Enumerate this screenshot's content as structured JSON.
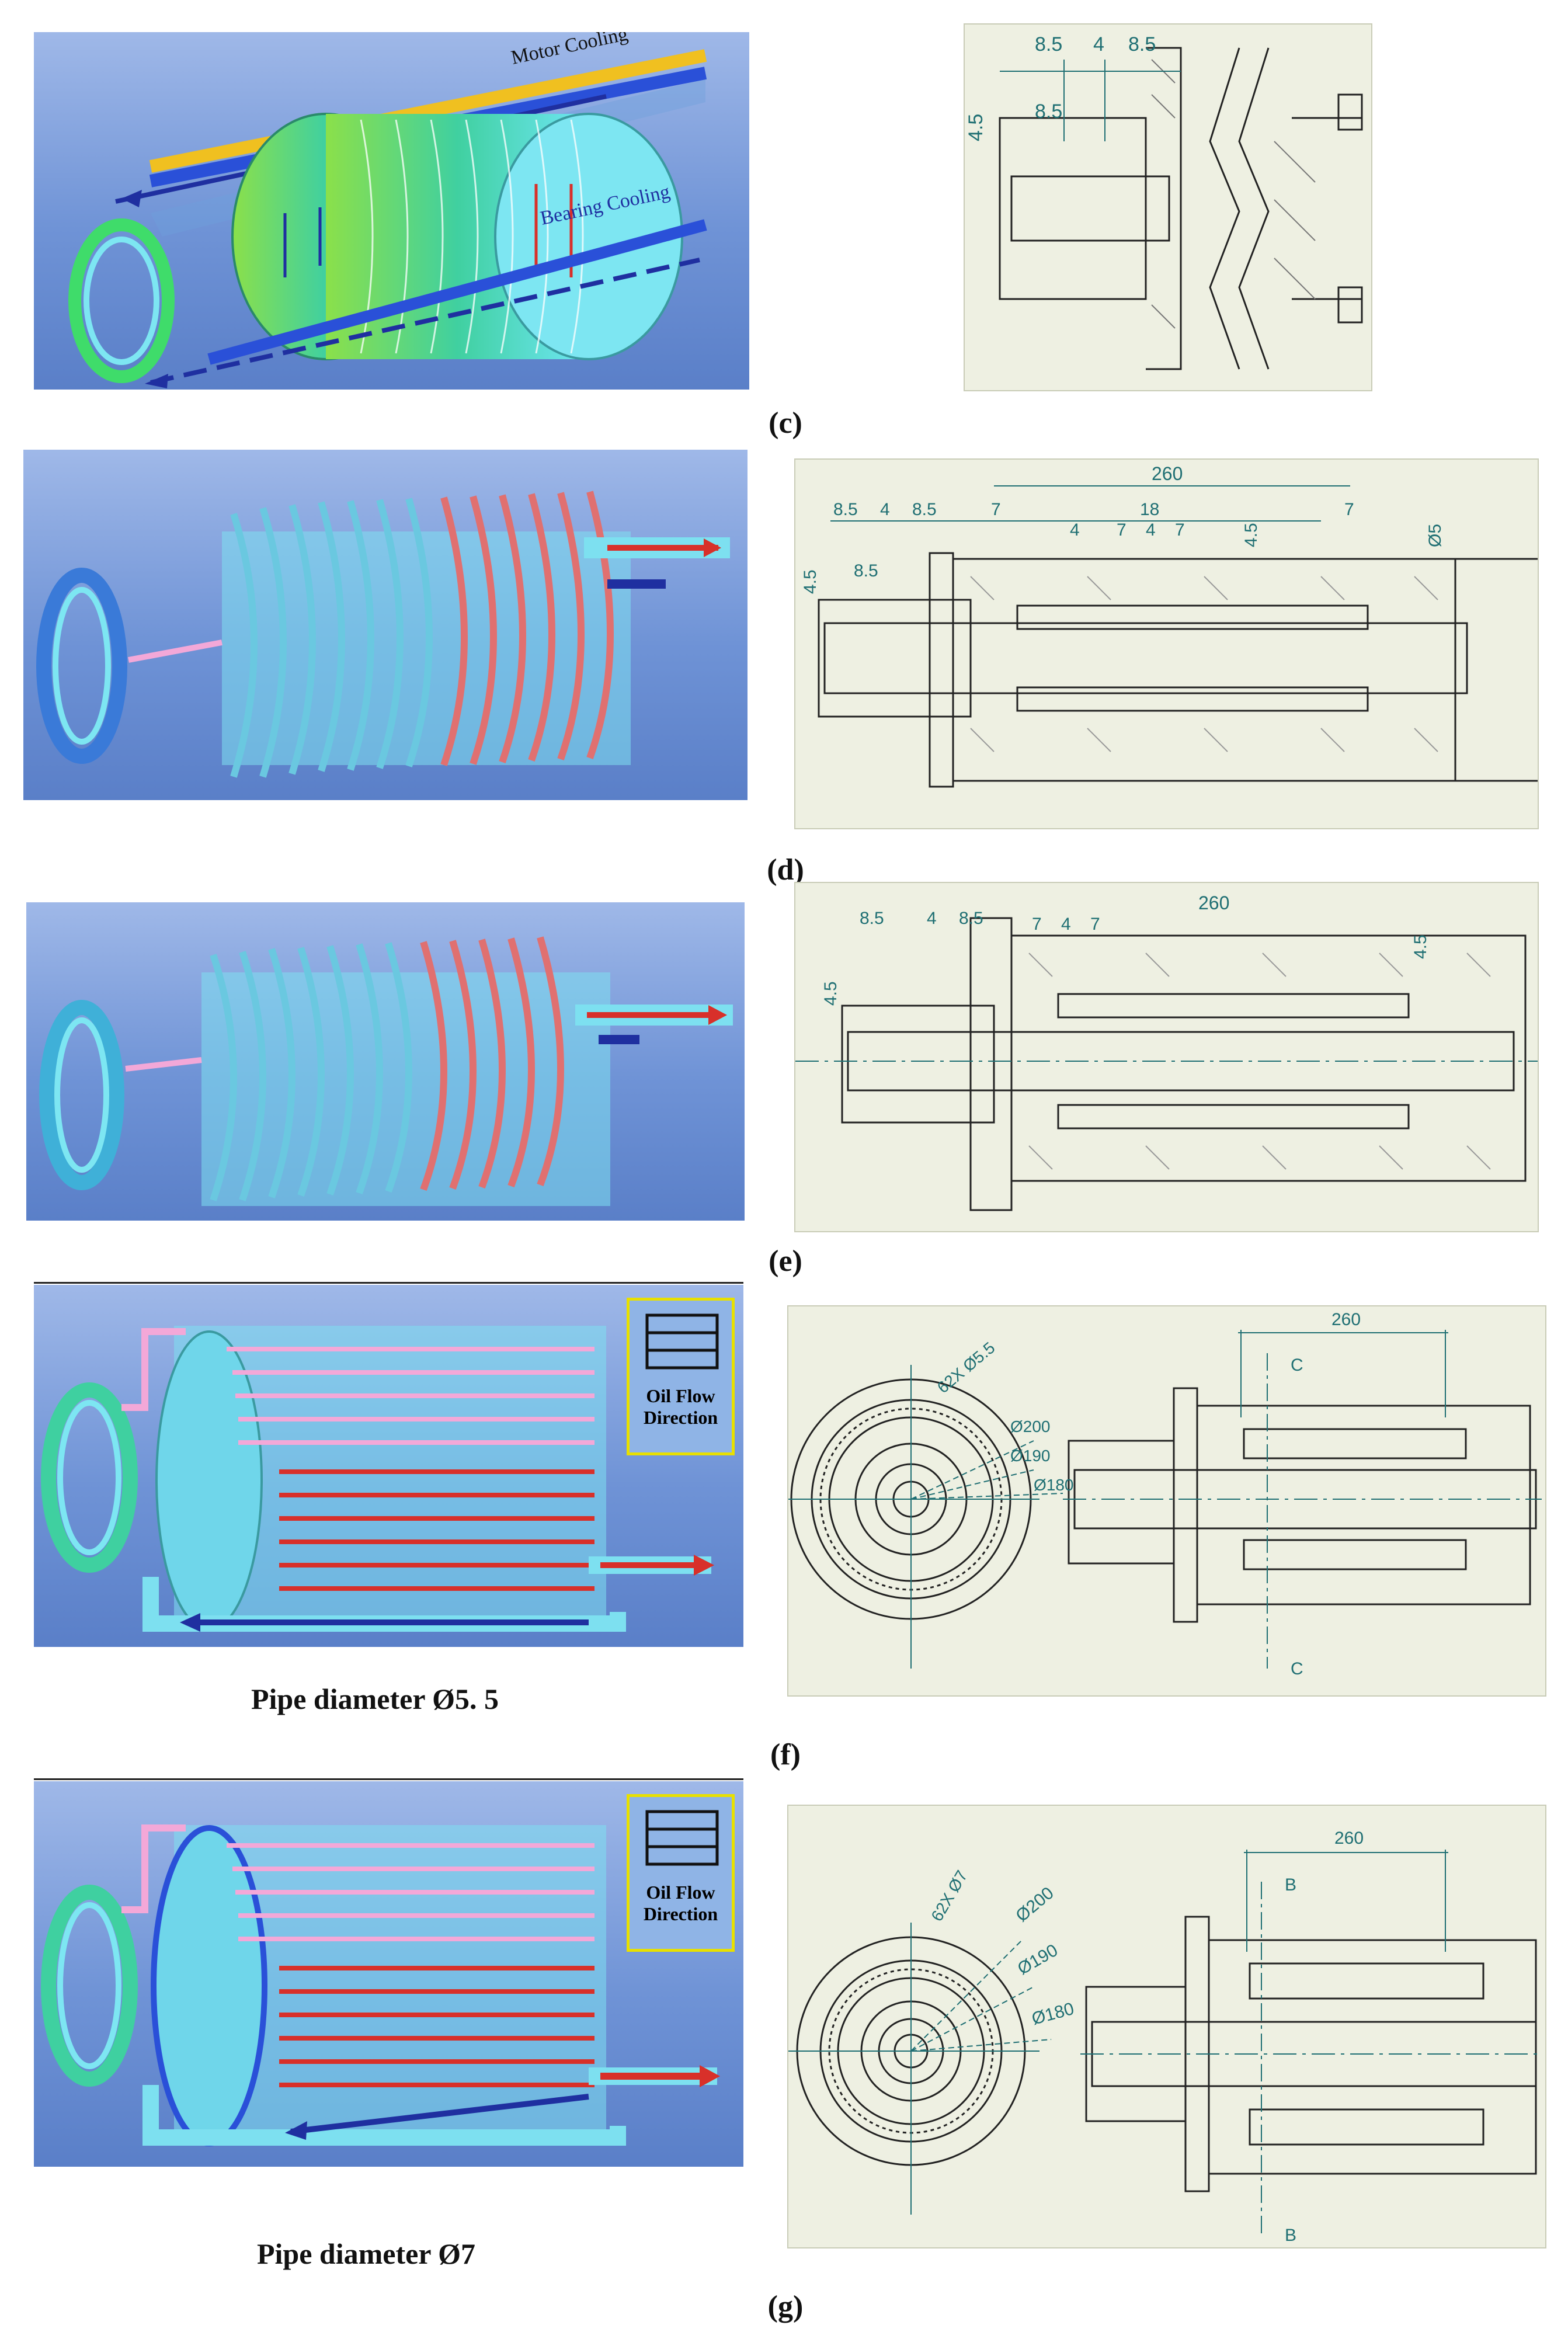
{
  "captions": {
    "c": "(c)",
    "d": "(d)",
    "e": "(e)",
    "f": "(f)",
    "g": "(g)"
  },
  "render_labels": {
    "motor_cooling": "Motor Cooling",
    "bearing_cooling": "Bearing Cooling",
    "oil_flow_line1": "Oil Flow",
    "oil_flow_line2": "Direction"
  },
  "pipe_captions": {
    "f": "Pipe diameter  Ø5. 5",
    "g": "Pipe diameter  Ø7"
  },
  "dims": {
    "c": {
      "a": "8.5",
      "b": "4",
      "c": "8.5",
      "d": "8.5",
      "e": "4.5"
    },
    "d": {
      "len": "260",
      "a": "8.5",
      "b": "4",
      "c": "8.5",
      "d": "7",
      "e": "4",
      "f": "18",
      "g": "7",
      "h": "4",
      "i": "7",
      "j": "4.5",
      "k": "7",
      "l": "Ø5",
      "m": "4.5",
      "n": "8.5"
    },
    "e": {
      "len": "260",
      "a": "8.5",
      "b": "4",
      "c": "8.5",
      "d": "7",
      "e": "4",
      "f": "7",
      "g": "4.5",
      "h": "4.5"
    },
    "f": {
      "len": "260",
      "holes": "62X Ø5.5",
      "d200": "Ø200",
      "d190": "Ø190",
      "d180": "Ø180",
      "sec": "C"
    },
    "g": {
      "len": "260",
      "holes": "62X Ø7",
      "d200": "Ø200",
      "d190": "Ø190",
      "d180": "Ø180",
      "sec": "B"
    }
  },
  "colors": {
    "flow_red": "#d8302a",
    "flow_blue": "#1f2fa0",
    "flow_pink": "#f3a8d8",
    "coil_cyan": "#7de0f0",
    "coil_green": "#3fdc6a",
    "dim_teal": "#1f6f73",
    "legend_border": "#e8e000"
  }
}
